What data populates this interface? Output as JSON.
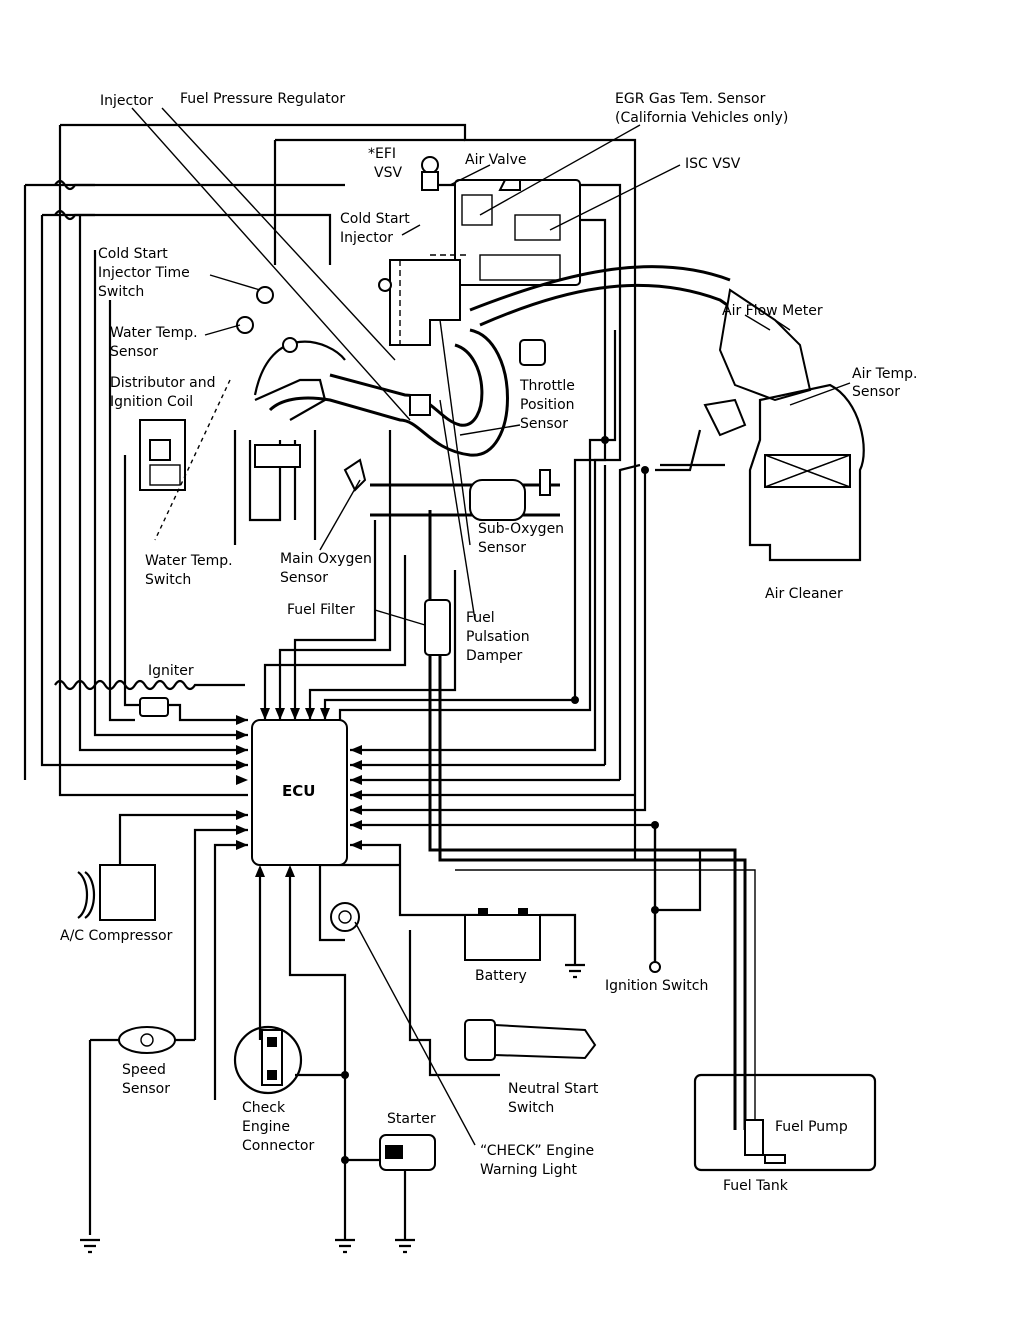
{
  "labels": {
    "injector": "Injector",
    "fuel_pressure_regulator": "Fuel Pressure Regulator",
    "egr_sensor_1": "EGR Gas Tem. Sensor",
    "egr_sensor_2": "(California Vehicles only)",
    "efi_vsv_1": "*EFI",
    "efi_vsv_2": "VSV",
    "air_valve": "Air Valve",
    "isc_vsv": "ISC VSV",
    "cold_start_injector_1": "Cold Start",
    "cold_start_injector_2": "Injector",
    "cold_start_timer_1": "Cold Start",
    "cold_start_timer_2": "Injector Time",
    "cold_start_timer_3": "Switch",
    "water_temp_sensor_1": "Water Temp.",
    "water_temp_sensor_2": "Sensor",
    "distributor_1": "Distributor and",
    "distributor_2": "Ignition Coil",
    "air_flow_meter": "Air Flow Meter",
    "air_temp_sensor_1": "Air Temp.",
    "air_temp_sensor_2": "Sensor",
    "throttle_1": "Throttle",
    "throttle_2": "Position",
    "throttle_3": "Sensor",
    "sub_oxygen_1": "Sub-Oxygen",
    "sub_oxygen_2": "Sensor",
    "water_temp_switch_1": "Water Temp.",
    "water_temp_switch_2": "Switch",
    "main_oxygen_1": "Main Oxygen",
    "main_oxygen_2": "Sensor",
    "air_cleaner": "Air Cleaner",
    "fuel_filter": "Fuel Filter",
    "fuel_pulsation_1": "Fuel",
    "fuel_pulsation_2": "Pulsation",
    "fuel_pulsation_3": "Damper",
    "igniter": "Igniter",
    "ecu": "ECU",
    "ac_compressor": "A/C Compressor",
    "battery": "Battery",
    "ignition_switch": "Ignition Switch",
    "speed_sensor_1": "Speed",
    "speed_sensor_2": "Sensor",
    "neutral_start_1": "Neutral Start",
    "neutral_start_2": "Switch",
    "check_connector_1": "Check",
    "check_connector_2": "Engine",
    "check_connector_3": "Connector",
    "starter": "Starter",
    "check_light_1": "“CHECK” Engine",
    "check_light_2": "Warning Light",
    "fuel_pump": "Fuel Pump",
    "fuel_tank": "Fuel Tank"
  }
}
